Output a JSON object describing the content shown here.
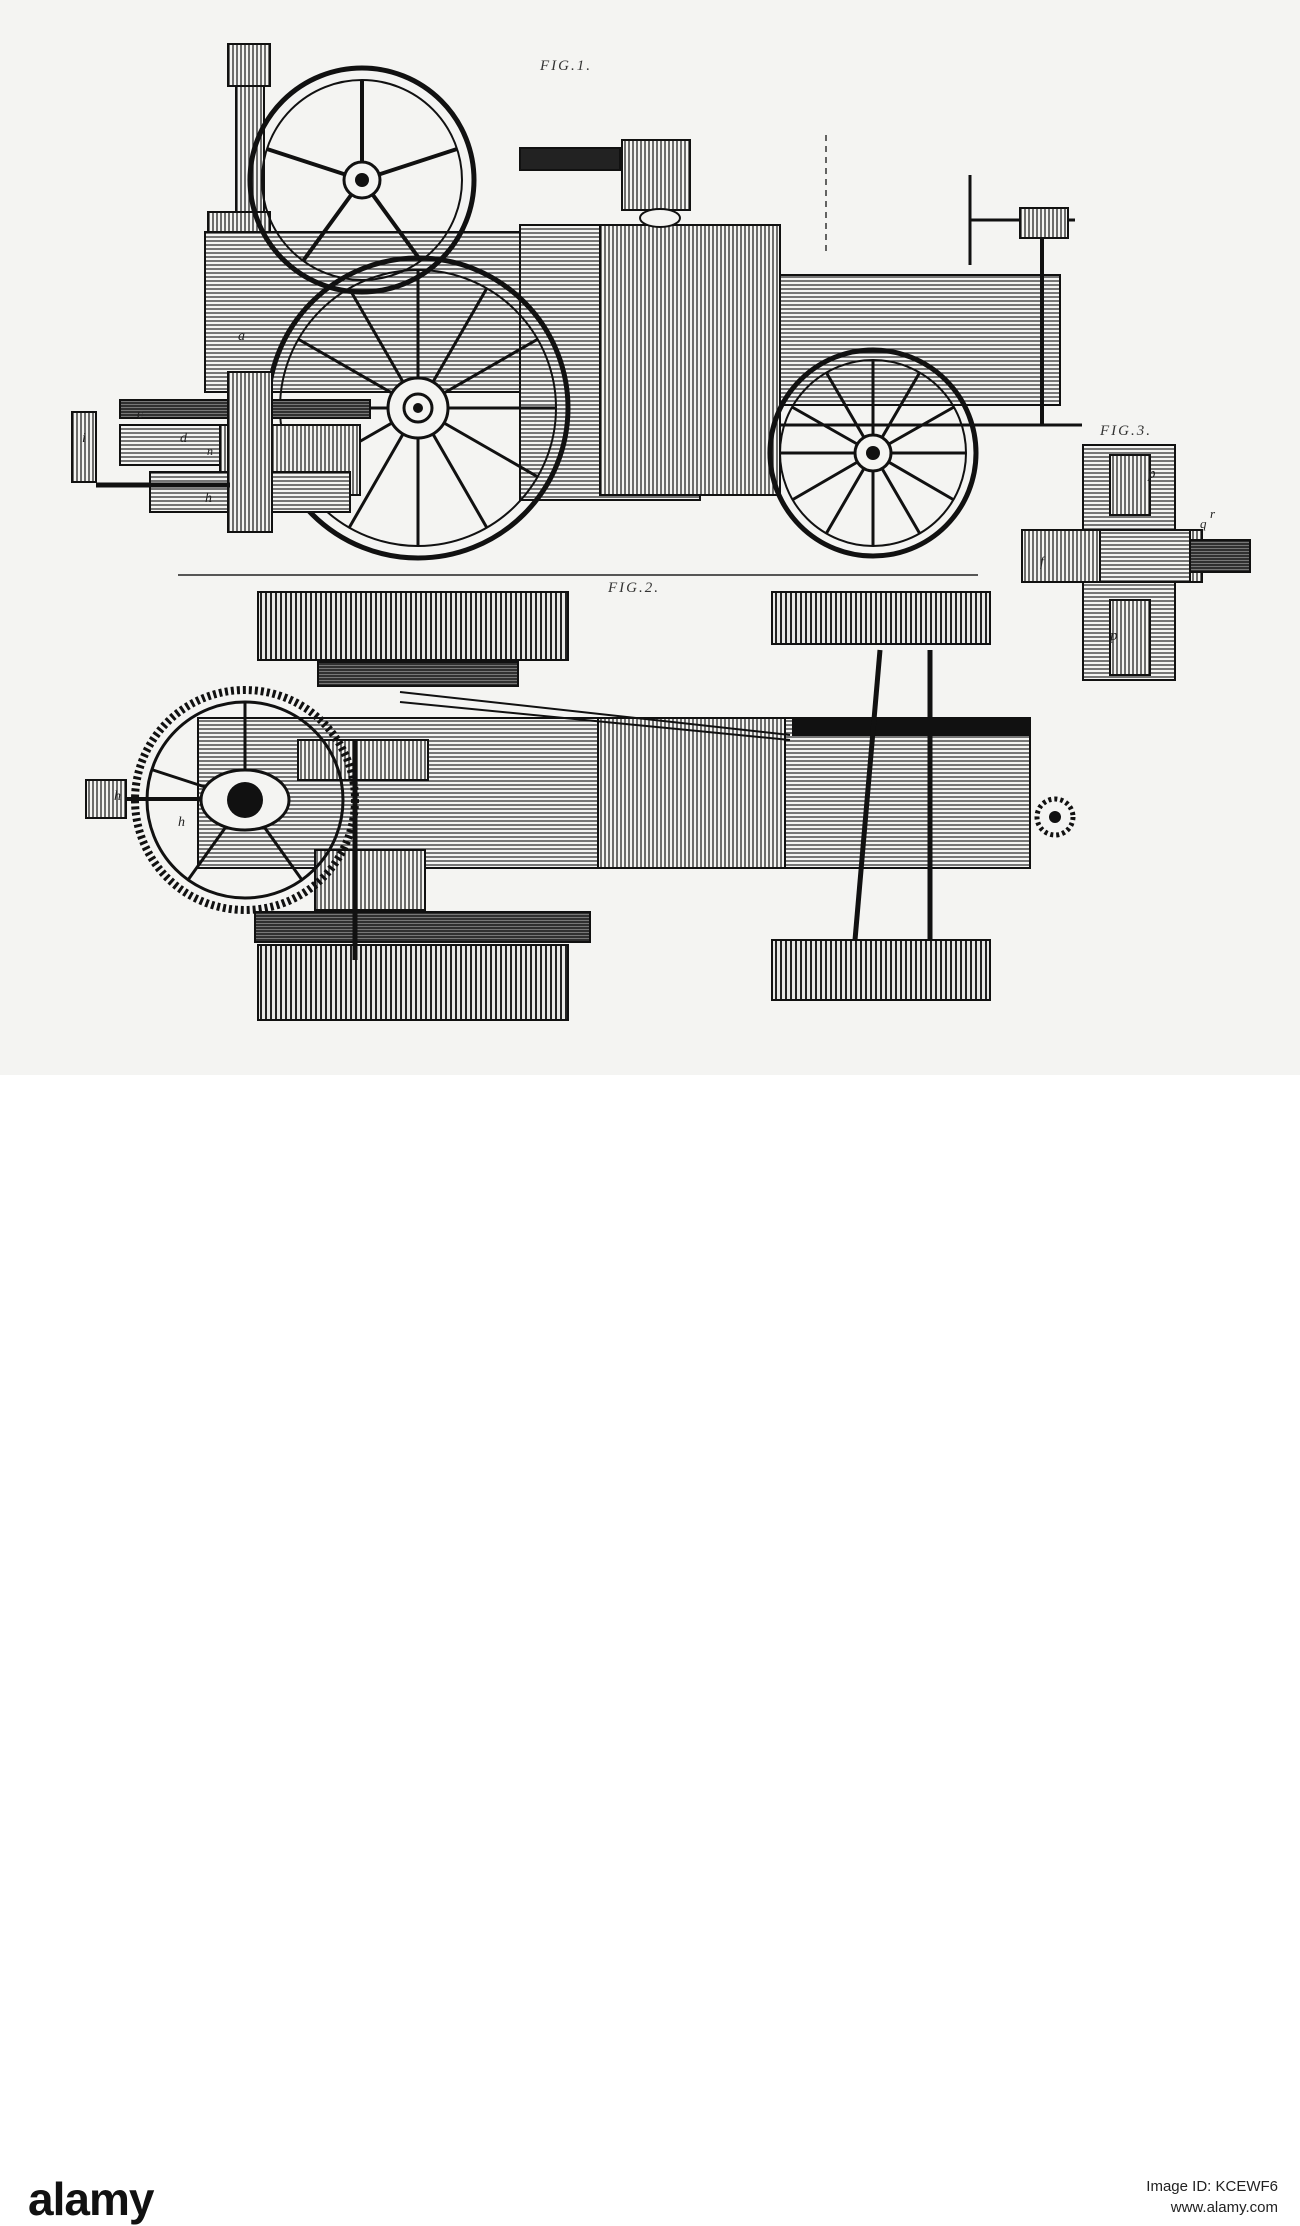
{
  "figure_labels": {
    "fig1": "FIG.1.",
    "fig2": "FIG.2.",
    "fig3": "FIG.3."
  },
  "part_letters": [
    "a",
    "c",
    "d",
    "n",
    "h",
    "i",
    "p",
    "q",
    "r",
    "f"
  ],
  "watermark": {
    "brand": "alamy",
    "image_id_label": "Image ID: KCEWF6",
    "url": "www.alamy.com"
  },
  "colors": {
    "paper": "#f4f4f2",
    "ink": "#1a1a1a",
    "hatch": "#555555"
  }
}
